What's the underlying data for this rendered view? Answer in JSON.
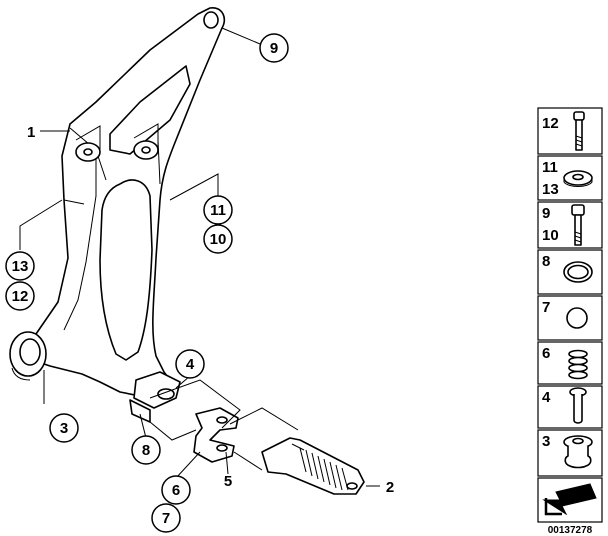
{
  "callouts": {
    "c1": "1",
    "c2": "2",
    "c3": "3",
    "c4": "4",
    "c5": "5",
    "c6": "6",
    "c7": "7",
    "c8": "8",
    "c9": "9",
    "c10": "10",
    "c11": "11",
    "c12": "12",
    "c13": "13"
  },
  "legend": {
    "r1a": "12",
    "r2a": "11",
    "r2b": "13",
    "r3a": "9",
    "r3b": "10",
    "r4a": "8",
    "r5a": "7",
    "r6a": "6",
    "r7a": "4",
    "r8a": "3"
  },
  "document_number": "00137278"
}
